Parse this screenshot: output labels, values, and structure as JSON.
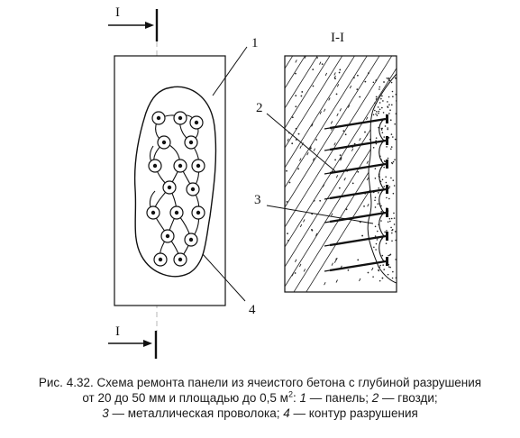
{
  "labels": {
    "section_mark_top": "I",
    "section_mark_bottom": "I",
    "section_title": "I-I",
    "callout_1": "1",
    "callout_2": "2",
    "callout_3": "3",
    "callout_4": "4"
  },
  "caption": {
    "line1": "Рис. 4.32. Схема ремонта панели из ячеистого бетона с глубиной разрушения",
    "line2_prefix": "от 20 до 50 мм и площадью до 0,5 м",
    "line2_sup": "2",
    "line2_sep": ": ",
    "item1_num": "1",
    "item1_text": " — панель; ",
    "item2_num": "2",
    "item2_text": " — гвозди;",
    "item3_num": "3",
    "item3_text": " — металлическая проволока; ",
    "item4_num": "4",
    "item4_text": " — контур разрушения"
  },
  "colors": {
    "ink": "#1a1a1a",
    "background": "#ffffff"
  }
}
